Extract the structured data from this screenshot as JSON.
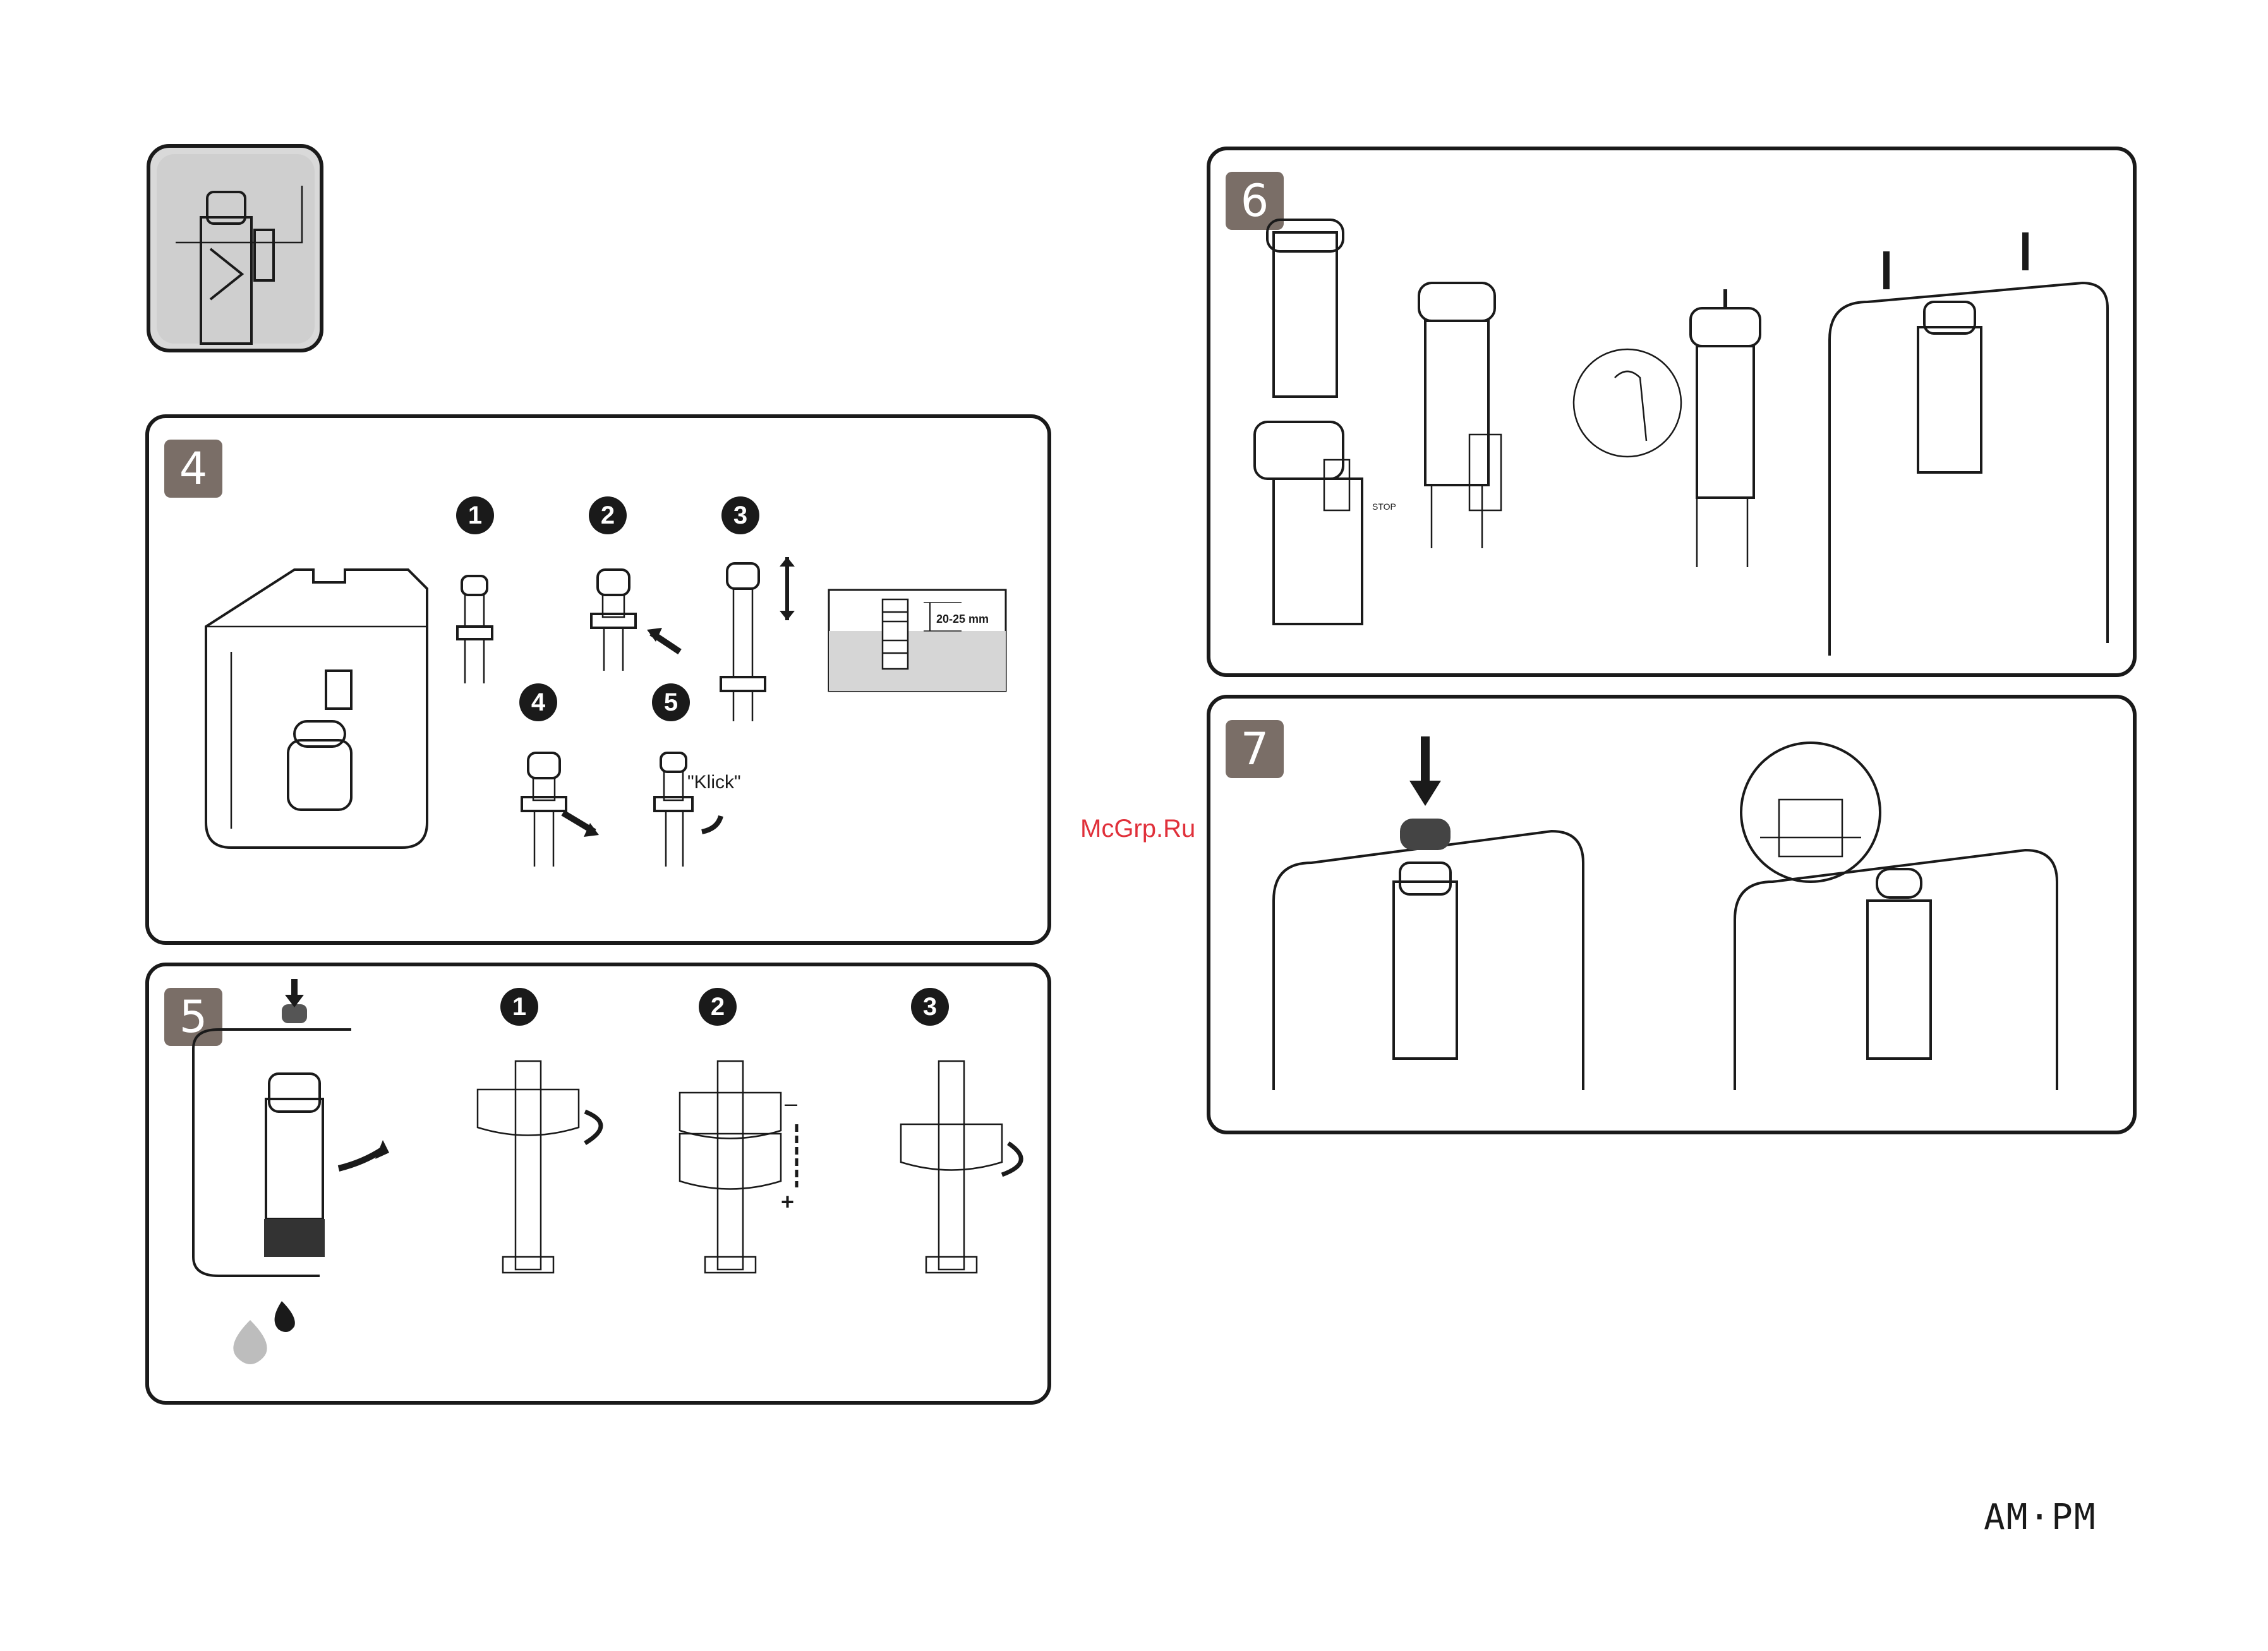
{
  "steps": {
    "s4": {
      "label": "4",
      "sub": [
        "1",
        "2",
        "3",
        "4",
        "5"
      ],
      "klick": "\"Klick\"",
      "measure": "20-25 mm"
    },
    "s5": {
      "label": "5",
      "sub": [
        "1",
        "2",
        "3"
      ],
      "minus": "–",
      "plus": "+"
    },
    "s6": {
      "label": "6",
      "stop": "STOP"
    },
    "s7": {
      "label": "7"
    }
  },
  "watermark": "McGrp.Ru",
  "brand": "AM·PM",
  "colors": {
    "badge": "#7a6e67",
    "ink": "#1a1a1a",
    "watermark": "#e0303a",
    "gray_part": "#9a9a9a"
  }
}
